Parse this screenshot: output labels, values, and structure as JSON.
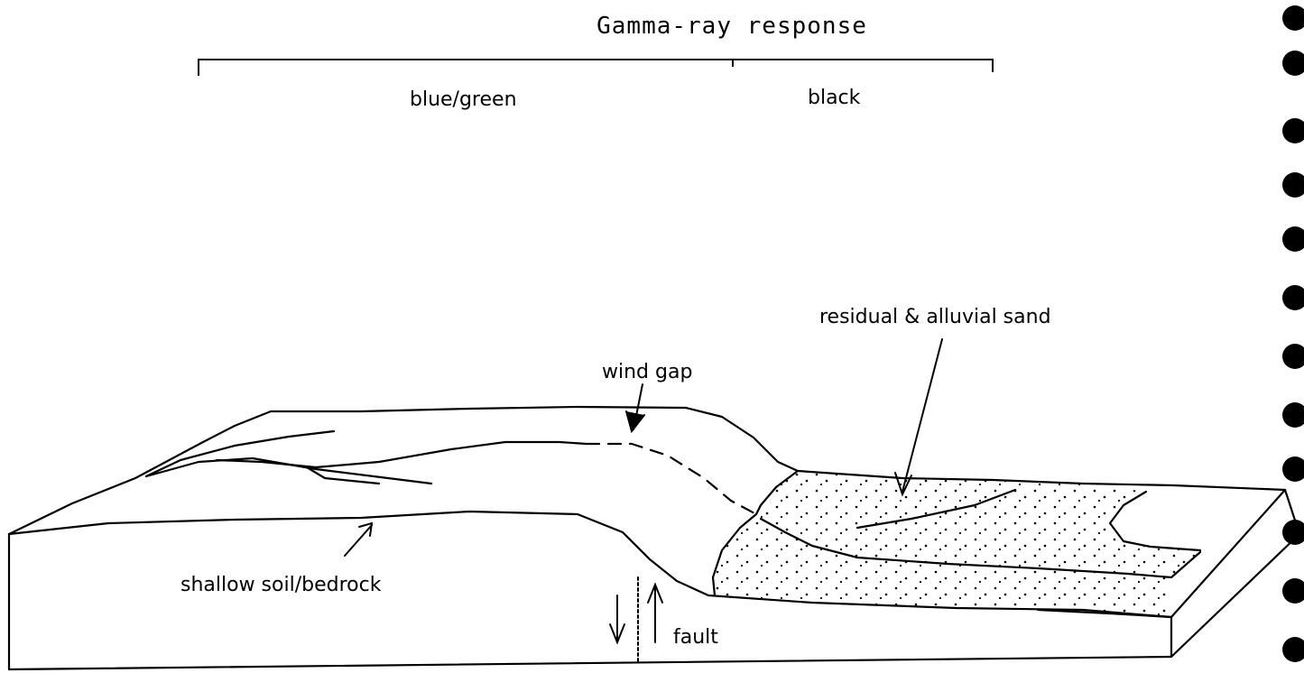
{
  "diagram": {
    "title": "Gamma-ray response",
    "zones": {
      "left": "blue/green",
      "right": "black"
    },
    "labels": {
      "sand": "residual & alluvial sand",
      "wind_gap": "wind gap",
      "soil": "shallow soil/bedrock",
      "fault": "fault"
    },
    "colors": {
      "line": "#000000",
      "background": "#ffffff"
    }
  }
}
